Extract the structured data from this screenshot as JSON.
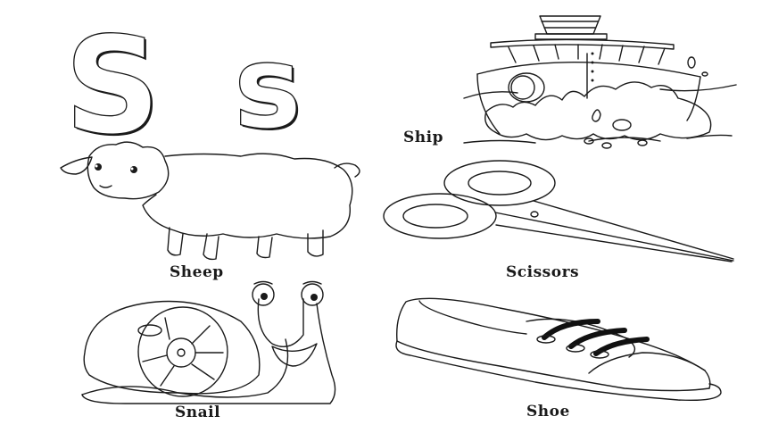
{
  "page": {
    "title_letters": {
      "upper": "S",
      "lower": "s"
    },
    "items": [
      {
        "id": "ship",
        "label": "Ship"
      },
      {
        "id": "sheep",
        "label": "Sheep"
      },
      {
        "id": "scissors",
        "label": "Scissors"
      },
      {
        "id": "snail",
        "label": "Snail"
      },
      {
        "id": "shoe",
        "label": "Shoe"
      }
    ]
  },
  "colors": {
    "background": "#ffffff",
    "ink": "#1a1a1a"
  }
}
